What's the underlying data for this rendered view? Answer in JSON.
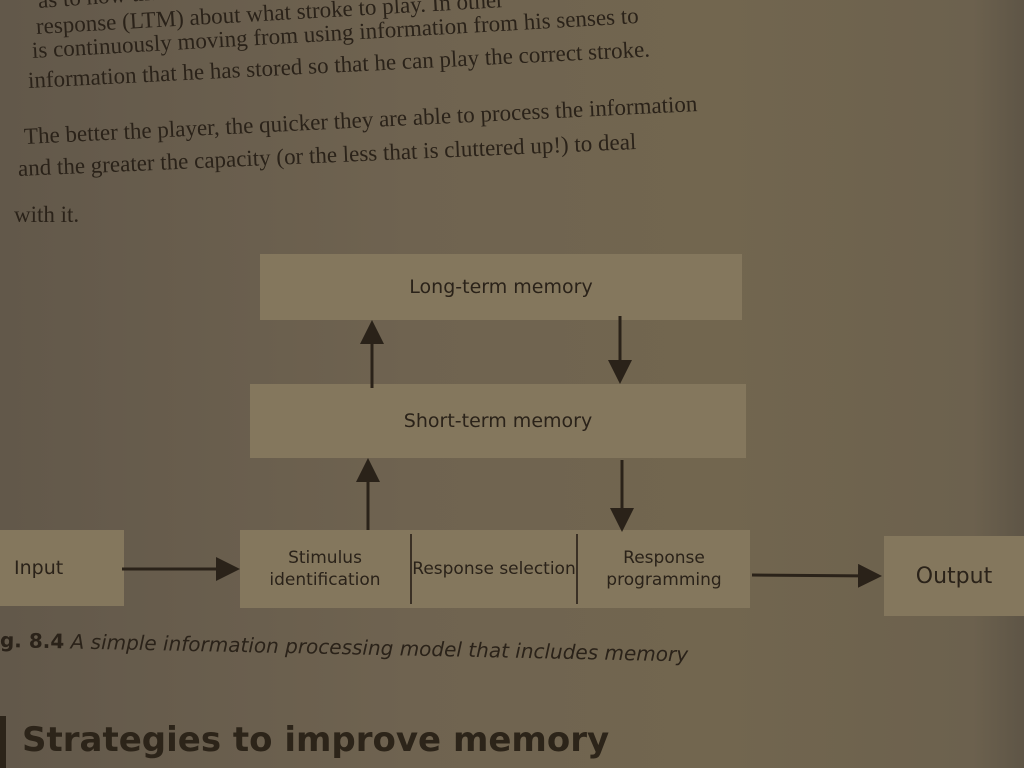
{
  "body_text": {
    "lines": [
      "as to how that ball might be",
      "response (LTM) about what stroke to play. In other",
      "is continuously moving from using information from his senses to",
      "information that he has stored so that he can play the correct stroke.",
      "The better the player, the quicker they are able to process the information",
      "and the greater the capacity (or the less that is cluttered up!) to deal",
      "with it."
    ]
  },
  "diagram": {
    "long_term_memory": "Long-term memory",
    "short_term_memory": "Short-term memory",
    "input": "Input",
    "output": "Output",
    "stages": [
      "Stimulus identification",
      "Response selection",
      "Response programming"
    ]
  },
  "caption": {
    "number": "g. 8.4",
    "text": "A simple information processing model that includes memory"
  },
  "section_heading": "Strategies to improve memory"
}
